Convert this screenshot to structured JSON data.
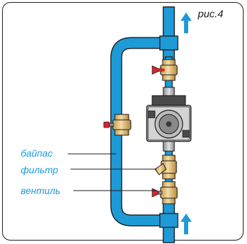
{
  "figure_label": "рис.4",
  "labels": {
    "bypass": "байпас",
    "filter": "фильтр",
    "valve": "вентиль"
  },
  "colors": {
    "pipe": "#1e9ad6",
    "pipe_outline": "#1a1a1a",
    "fitting": "#e8c27a",
    "valve_handle": "#d8262e",
    "pump_body": "#b9b9b9",
    "pump_dark": "#4a4a4a",
    "arrow": "#1e9ad6",
    "label_text": "#1e9ad6"
  },
  "icons": [
    "flow-up-arrow-icon",
    "flow-up-arrow-icon"
  ]
}
